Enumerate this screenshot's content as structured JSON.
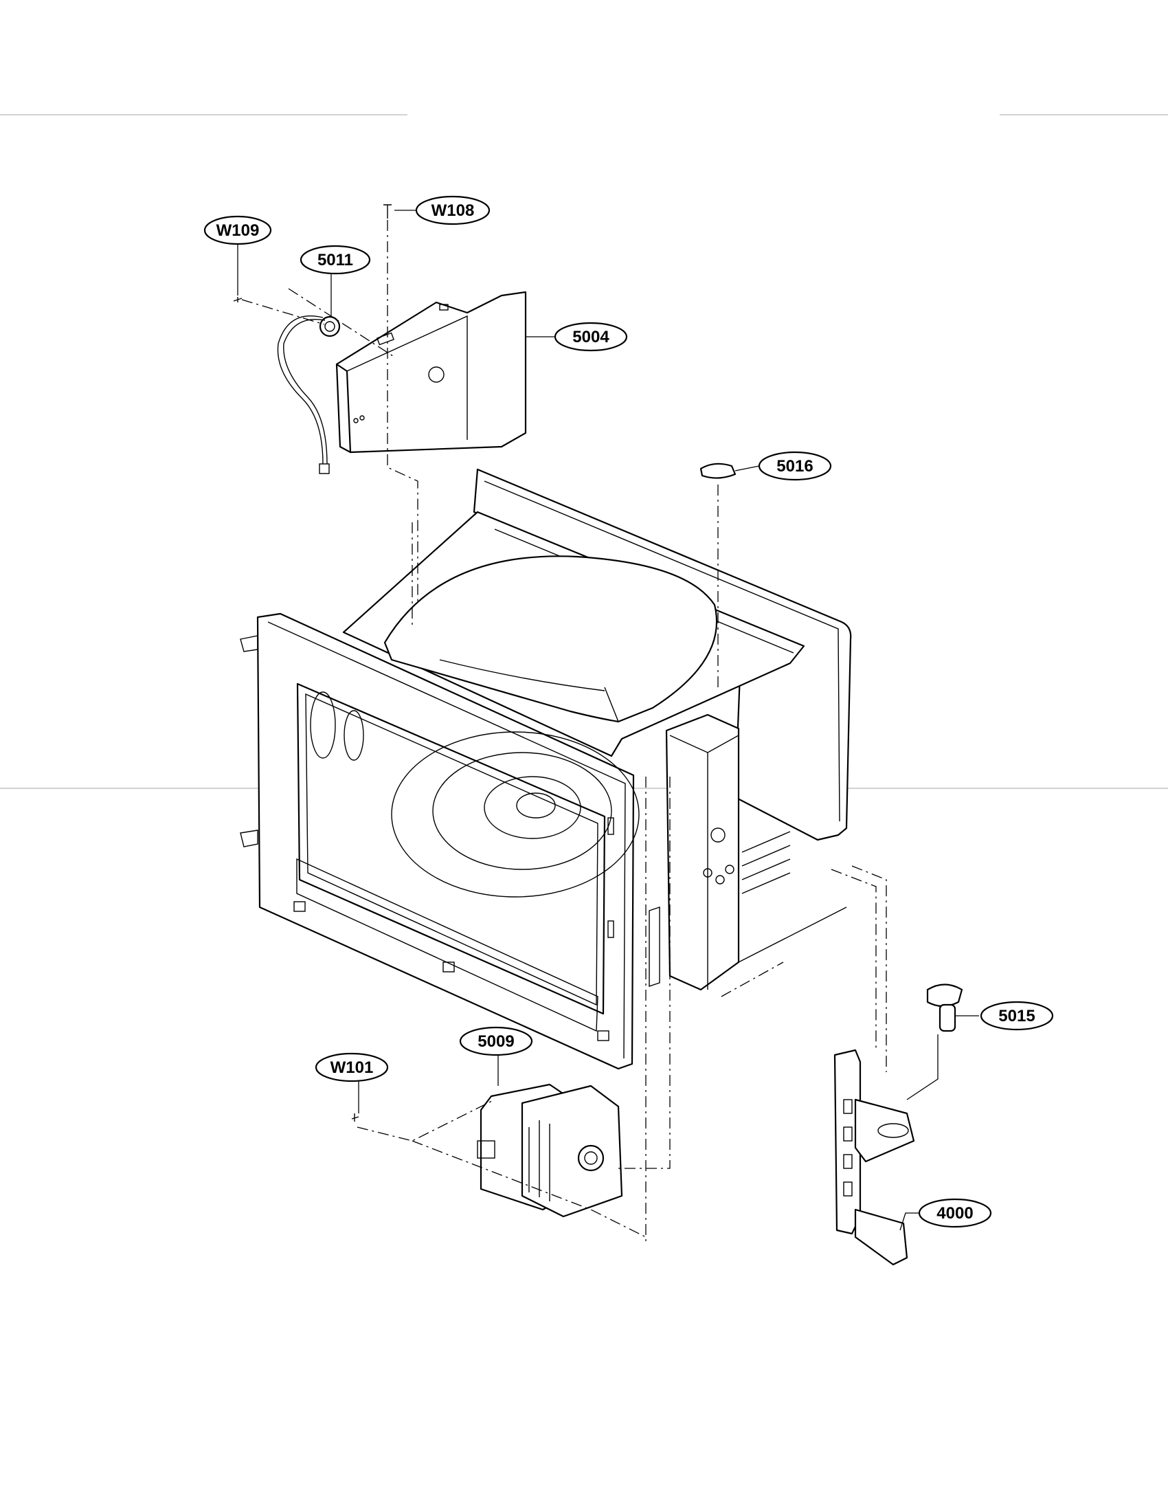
{
  "diagram": {
    "callouts": [
      {
        "id": "W109",
        "label": "W109"
      },
      {
        "id": "W108",
        "label": "W108"
      },
      {
        "id": "5011",
        "label": "5011"
      },
      {
        "id": "5004",
        "label": "5004"
      },
      {
        "id": "5016",
        "label": "5016"
      },
      {
        "id": "5015",
        "label": "5015"
      },
      {
        "id": "5009",
        "label": "5009"
      },
      {
        "id": "W101",
        "label": "W101"
      },
      {
        "id": "4000",
        "label": "4000"
      }
    ]
  }
}
